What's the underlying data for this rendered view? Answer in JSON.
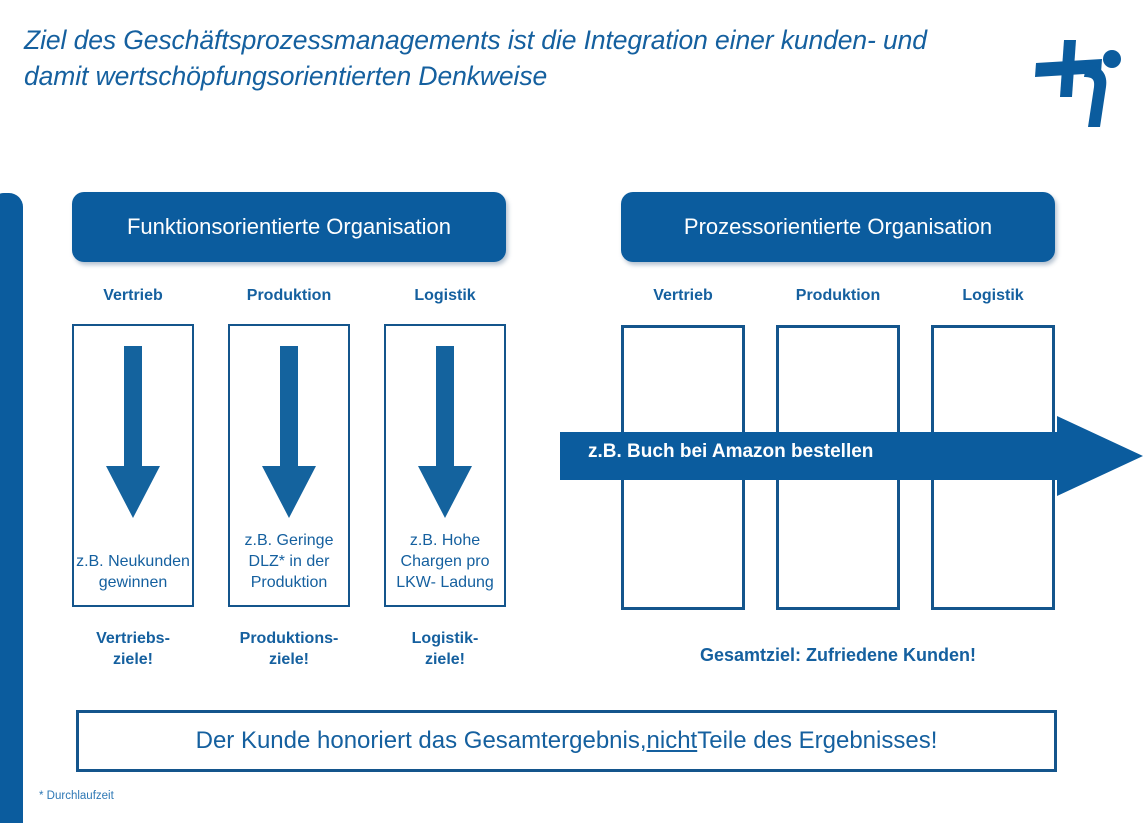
{
  "slide": {
    "title": "Ziel des Geschäftsprozessmanagements ist die Integration einer kunden- und damit wertschöpfungsorientierten Denkweise",
    "footnote": "* Durchlaufzeit",
    "colors": {
      "brand_blue": "#0B5C9E",
      "text_blue": "#15609F",
      "border_blue": "#14558C",
      "footnote_blue": "#2E78B5",
      "background": "#FFFFFF"
    },
    "logo_name": "hi-logo"
  },
  "left_block": {
    "header": "Funktionsorientierte Organisation",
    "columns": [
      {
        "caption": "Vertrieb",
        "arrow": "down-arrow",
        "example": "z.B.\nNeukunden\ngewinnen",
        "goal": "Vertriebs-\nziele!"
      },
      {
        "caption": "Produktion",
        "arrow": "down-arrow",
        "example": "z.B.\nGeringe\nDLZ* in der\nProduktion",
        "goal": "Produktions-\nziele!"
      },
      {
        "caption": "Logistik",
        "arrow": "down-arrow",
        "example": "z.B. Hohe\nChargen\npro LKW-\nLadung",
        "goal": "Logistik-\nziele!"
      }
    ]
  },
  "right_block": {
    "header": "Prozessorientierte Organisation",
    "columns": [
      {
        "caption": "Vertrieb"
      },
      {
        "caption": "Produktion"
      },
      {
        "caption": "Logistik"
      }
    ],
    "process_arrow_label": "z.B. Buch bei Amazon bestellen",
    "total_goal": "Gesamtziel: Zufriedene Kunden!"
  },
  "bottom_banner": {
    "part1": "Der Kunde honoriert das Gesamtergebnis, ",
    "emphasis": "nicht",
    "part2": " Teile des Ergebnisses!"
  }
}
